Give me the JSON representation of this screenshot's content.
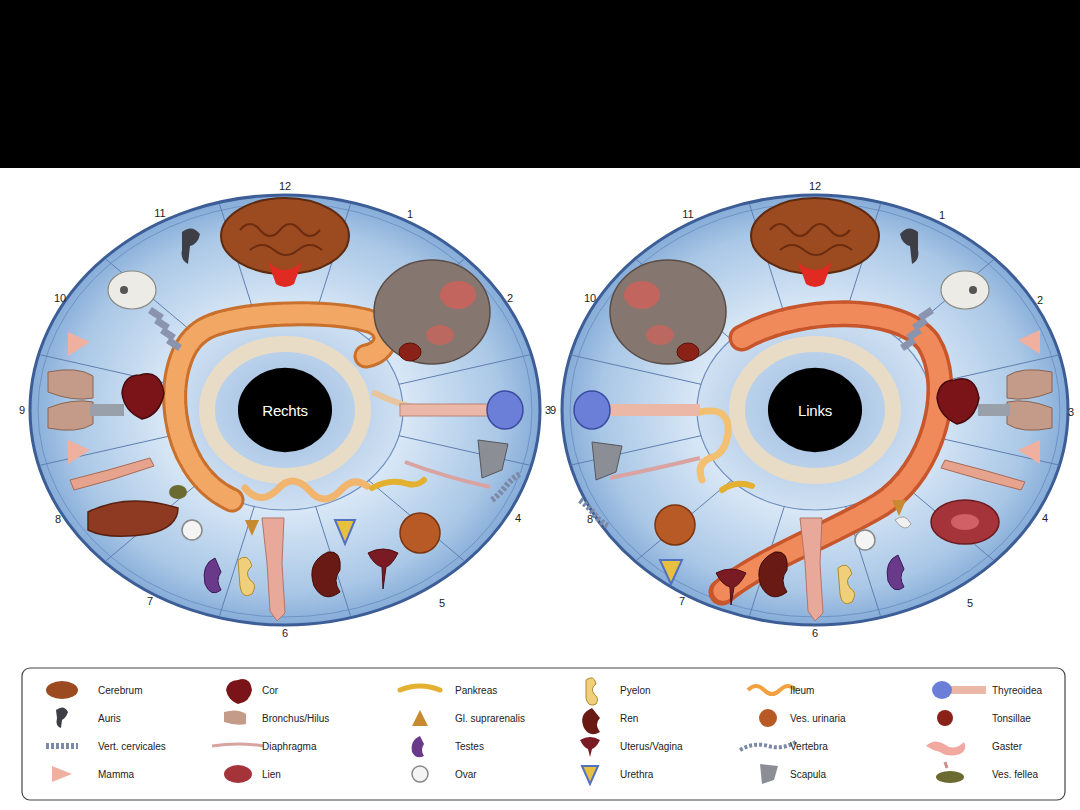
{
  "diagram": {
    "nodes": [
      {
        "text": [
          "Rechts"
        ]
      },
      {
        "text": [
          "Links"
        ]
      }
    ],
    "labels": [
      "12",
      "1",
      "2",
      "3",
      "4",
      "5",
      "6",
      "7",
      "8",
      "9",
      "10",
      "11",
      "12",
      "1",
      "2",
      "3",
      "4",
      "5",
      "6",
      "7",
      "8",
      "9",
      "10",
      "11"
    ],
    "legend": [
      {
        "text": "Cerebrum"
      },
      {
        "text": "Auris"
      },
      {
        "text": "Vert. cervicales"
      },
      {
        "text": "Mamma"
      },
      {
        "text": "Cor"
      },
      {
        "text": "Bronchus/Hilus"
      },
      {
        "text": "Diaphragma"
      },
      {
        "text": "Lien"
      },
      {
        "text": "Pankreas"
      },
      {
        "text": "Gl. suprarenalis"
      },
      {
        "text": "Testes"
      },
      {
        "text": "Ovar"
      },
      {
        "text": "Pyelon"
      },
      {
        "text": "Ren"
      },
      {
        "text": "Uterus/Vagina"
      },
      {
        "text": "Urethra"
      },
      {
        "text": "Ileum"
      },
      {
        "text": "Ves. urinaria"
      },
      {
        "text": "Vertebra"
      },
      {
        "text": "Scapula"
      },
      {
        "text": "Thyreoidea"
      },
      {
        "text": "Tonsillae"
      },
      {
        "text": "Gaster"
      },
      {
        "text": "Ves. fellea"
      }
    ]
  }
}
